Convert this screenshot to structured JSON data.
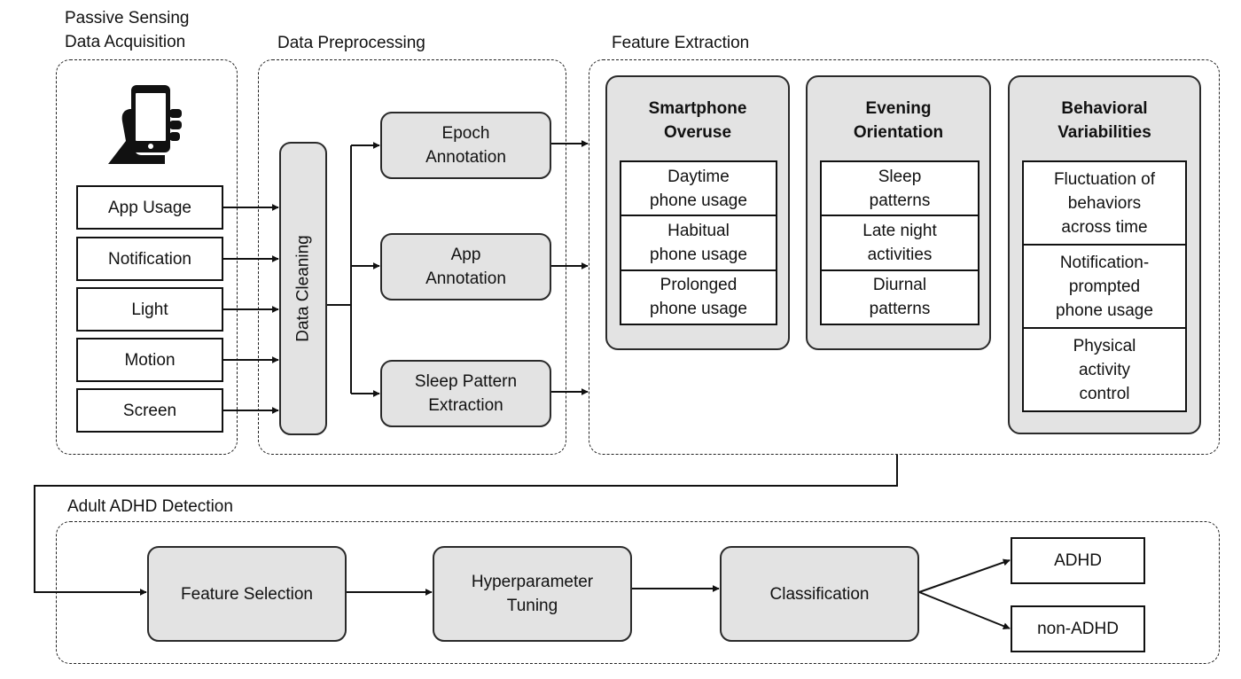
{
  "sections": {
    "acquisition": "Passive Sensing\nData Acquisition",
    "preprocessing": "Data Preprocessing",
    "extraction": "Feature Extraction",
    "detection": "Adult ADHD Detection"
  },
  "sensors": [
    "App Usage",
    "Notification",
    "Light",
    "Motion",
    "Screen"
  ],
  "cleaning": "Data Cleaning",
  "annotations": {
    "epoch": "Epoch\nAnnotation",
    "app": "App\nAnnotation",
    "sleep": "Sleep Pattern\nExtraction"
  },
  "feature_groups": [
    {
      "title": "Smartphone\nOveruse",
      "items": [
        "Daytime\nphone usage",
        "Habitual\nphone usage",
        "Prolonged\nphone usage"
      ]
    },
    {
      "title": "Evening\nOrientation",
      "items": [
        "Sleep\npatterns",
        "Late night\nactivities",
        "Diurnal\npatterns"
      ]
    },
    {
      "title": "Behavioral\nVariabilities",
      "items": [
        "Fluctuation of\nbehaviors\nacross time",
        "Notification-\nprompted\nphone usage",
        "Physical\nactivity\ncontrol"
      ]
    }
  ],
  "pipeline": {
    "feature_selection": "Feature Selection",
    "tuning": "Hyperparameter\nTuning",
    "classification": "Classification"
  },
  "outputs": {
    "adhd": "ADHD",
    "non_adhd": "non-ADHD"
  },
  "icons": {
    "phone": "smartphone-in-hand-icon"
  }
}
